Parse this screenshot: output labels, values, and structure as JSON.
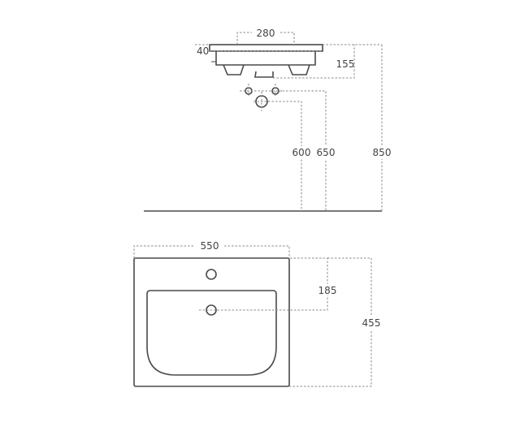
{
  "side_view": {
    "dimensions": {
      "tap_spacing": "280",
      "rim_thickness": "40",
      "basin_depth": "155",
      "drain_height": "600",
      "supply_height": "650",
      "rim_height": "850"
    }
  },
  "top_view": {
    "dimensions": {
      "width": "550",
      "drain_offset": "185",
      "depth": "455"
    }
  }
}
